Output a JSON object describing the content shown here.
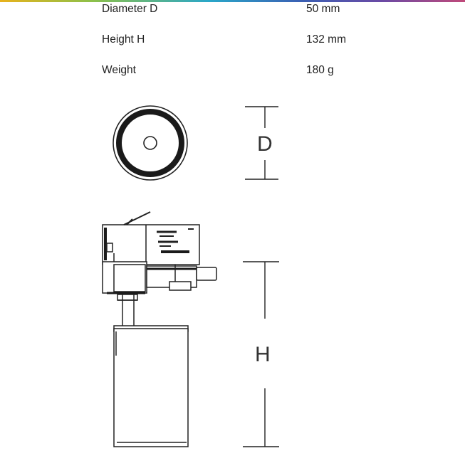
{
  "specs": [
    {
      "label": "Diameter D",
      "value": "50 mm"
    },
    {
      "label": "Height H",
      "value": "132 mm"
    },
    {
      "label": "Weight",
      "value": "180 g"
    }
  ],
  "dimension_labels": {
    "diameter": "D",
    "height": "H"
  },
  "colors": {
    "line": "#222222",
    "text": "#222222"
  }
}
